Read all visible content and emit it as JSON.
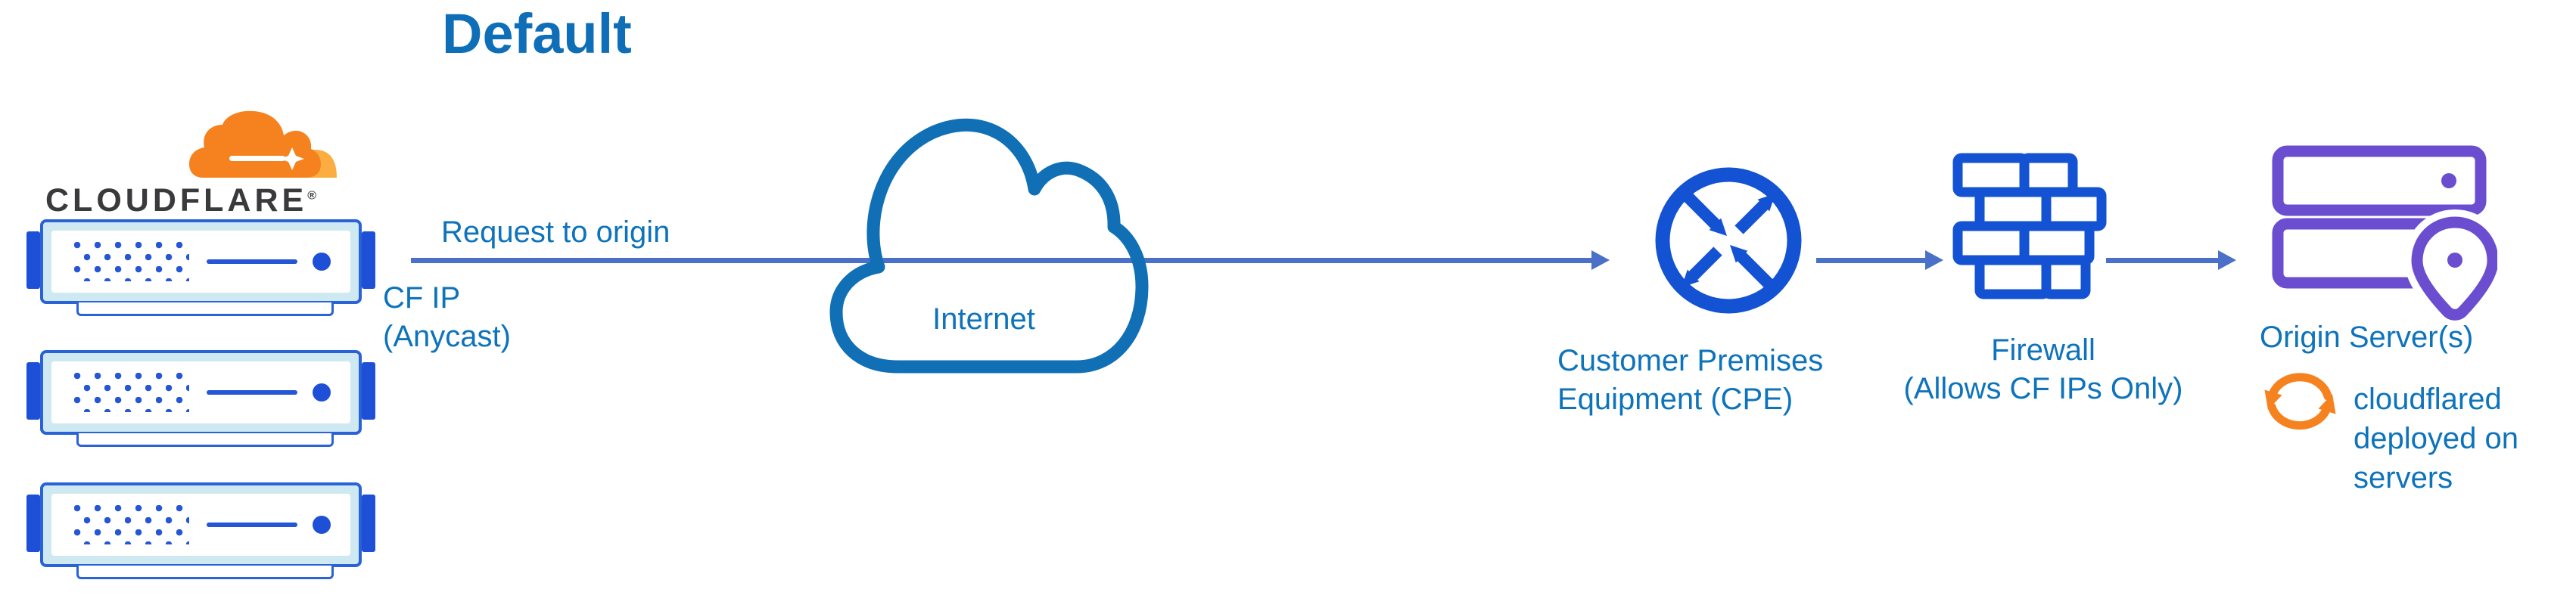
{
  "title": "Default",
  "cloudflare": {
    "wordmark": "CLOUDFLARE",
    "registered": "®"
  },
  "labels": {
    "request_to_origin": "Request to origin",
    "cf_ip": [
      "CF IP",
      "(Anycast)"
    ],
    "internet": "Internet",
    "cpe": [
      "Customer Premises",
      "Equipment (CPE)"
    ],
    "firewall": [
      "Firewall",
      "(Allows CF IPs Only)"
    ],
    "origin": "Origin Server(s)",
    "cloudflared": [
      "cloudflared",
      "deployed on",
      "servers"
    ]
  },
  "icons": {
    "cloudflare_logo": "cloudflare-cloud",
    "edge_servers": "server-rack-unit-x3",
    "internet": "cloud-outline",
    "cpe": "router-cross-arrows-circle",
    "firewall": "brick-wall",
    "origin": "server-stack-with-location-pin",
    "cloudflared": "sync-cycle-arrows",
    "flow_arrows": "right-arrow"
  },
  "colors": {
    "title-blue": "#0e6fb8",
    "label-blue": "#0d73bb",
    "arrow-blue": "#4a70c8",
    "icon-blue": "#1353d3",
    "cloud-blue": "#1170b5",
    "server-stroke": "#2a62d8",
    "server-fill": "#cfe9f3",
    "server-tab": "#1d4fd7",
    "server-dot": "#2456d6",
    "purple": "#6b4dd0",
    "orange": "#f6821f",
    "orange-light": "#fbad41",
    "wordmark-black": "#3a3a3c"
  }
}
